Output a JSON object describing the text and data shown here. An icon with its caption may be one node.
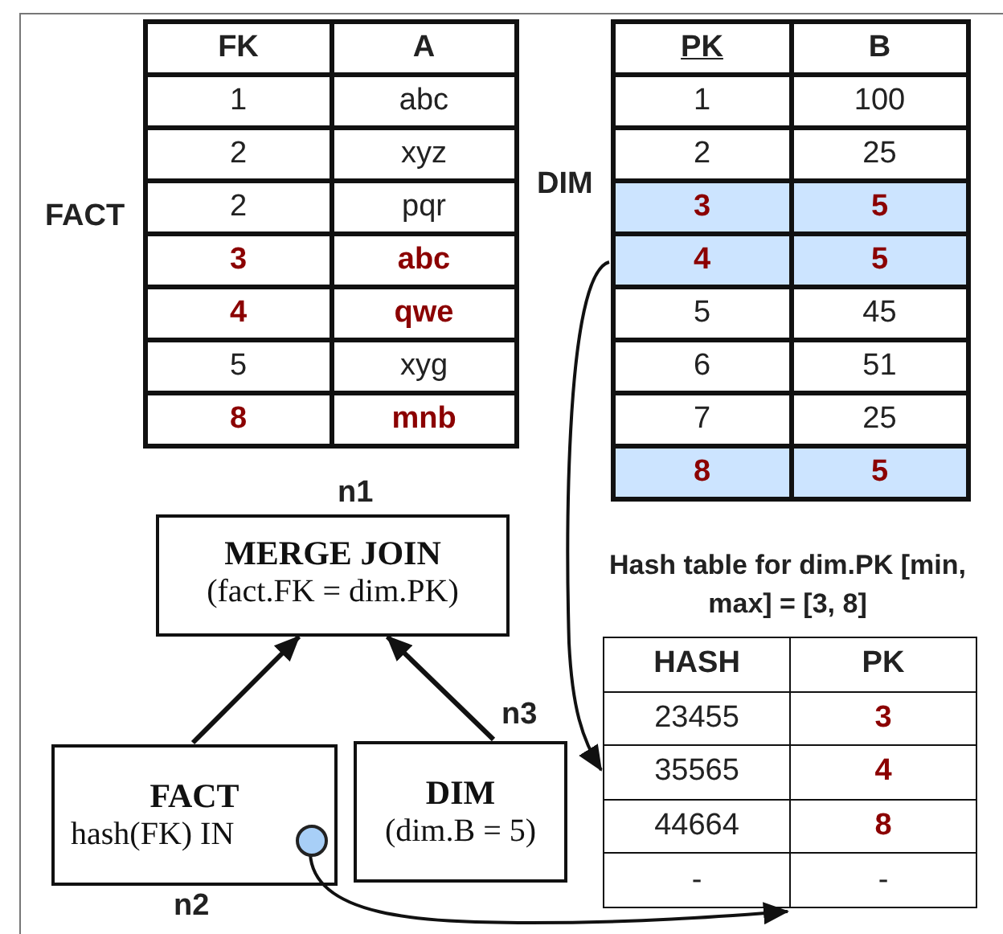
{
  "diagram": {
    "nodes": [
      {
        "text": [
          "FACT"
        ]
      },
      {
        "text": [
          "DIM"
        ]
      },
      {
        "text": [
          "MERGE JOIN",
          "(fact.FK = dim.PK)"
        ],
        "beside": [
          "n1"
        ]
      },
      {
        "text": [
          "FACT",
          "hash(FK) IN"
        ],
        "beside": [
          "n2"
        ]
      },
      {
        "text": [],
        "shape": "circle",
        "in": 3
      },
      {
        "text": [
          "DIM",
          "(dim.B = 5)"
        ],
        "beside": [
          "n3"
        ]
      },
      {
        "text": [
          "Hash table for dim.PK [min, max] = [3, 8]"
        ]
      }
    ],
    "edges": [
      {
        "from": 3,
        "to": 2,
        "arrow": "to"
      },
      {
        "from": 5,
        "to": 2,
        "arrow": "to"
      },
      {
        "from": 1,
        "to": 6,
        "arrow": "to"
      },
      {
        "from": 4,
        "to": 6,
        "arrow": "to"
      }
    ],
    "labels": [
      "FK",
      "A",
      "1",
      "abc",
      "2",
      "xyz",
      "2",
      "pqr",
      "3",
      "abc",
      "4",
      "qwe",
      "5",
      "xyg",
      "8",
      "mnb",
      "PK",
      "B",
      "1",
      "100",
      "2",
      "25",
      "3",
      "5",
      "4",
      "5",
      "5",
      "45",
      "6",
      "51",
      "7",
      "25",
      "8",
      "5",
      "HASH",
      "PK",
      "23455",
      "3",
      "35565",
      "4",
      "44664",
      "8",
      "-",
      "-"
    ]
  }
}
